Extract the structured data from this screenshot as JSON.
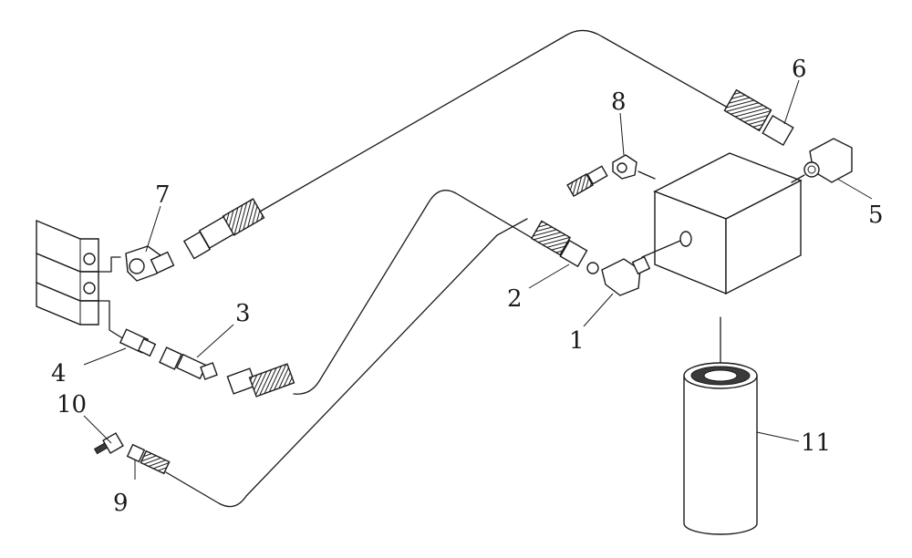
{
  "labels": {
    "p1": "1",
    "p2": "2",
    "p3": "3",
    "p4": "4",
    "p5": "5",
    "p6": "6",
    "p7": "7",
    "p8": "8",
    "p9": "9",
    "p10": "10",
    "p11": "11"
  },
  "colors": {
    "line": "#1a1a1a",
    "background": "#ffffff",
    "hatch": "#3a3a3a"
  }
}
